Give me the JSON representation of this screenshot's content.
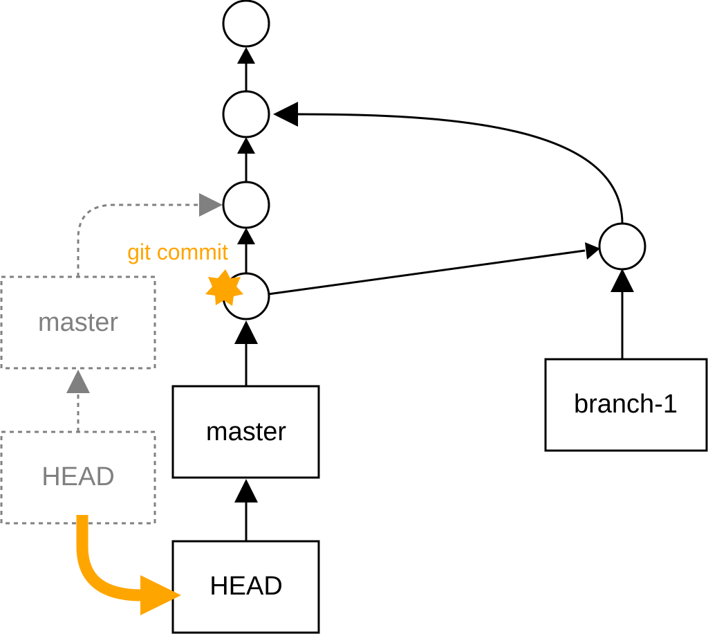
{
  "diagram": {
    "annotation": "git commit",
    "ghost_master_label": "master",
    "ghost_head_label": "HEAD",
    "master_label": "master",
    "head_label": "HEAD",
    "branch_label": "branch-1"
  },
  "colors": {
    "stroke": "#000000",
    "ghost": "#808080",
    "accent": "#FFA500"
  }
}
